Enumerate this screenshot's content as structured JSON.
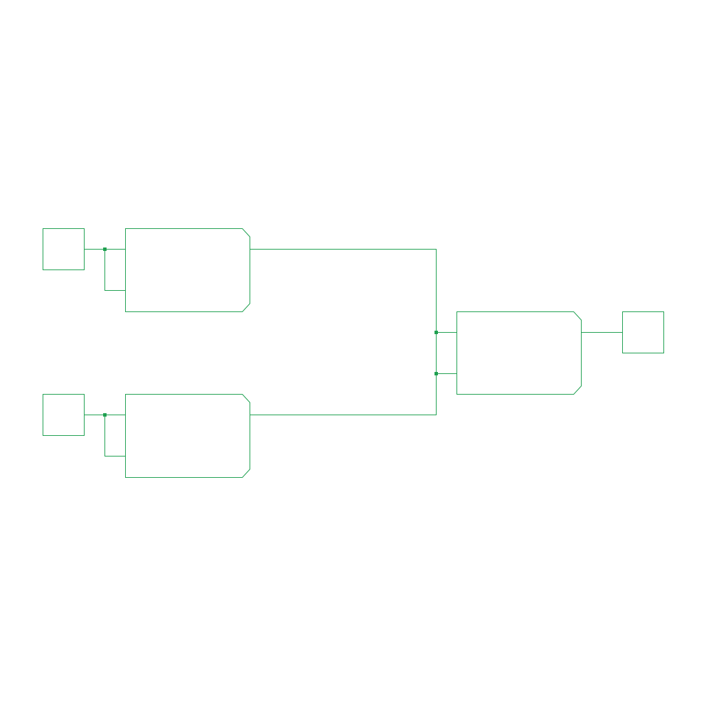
{
  "colors": {
    "stroke": "#1fa050",
    "junction": "#1fa050",
    "background": "#ffffff"
  },
  "diagram": {
    "nodes": [
      {
        "id": "input-1",
        "kind": "terminal"
      },
      {
        "id": "input-2",
        "kind": "terminal"
      },
      {
        "id": "block-1",
        "kind": "block"
      },
      {
        "id": "block-2",
        "kind": "block"
      },
      {
        "id": "block-3",
        "kind": "block"
      },
      {
        "id": "output-1",
        "kind": "terminal"
      }
    ],
    "edges": [
      {
        "from": "input-1",
        "to": "block-1"
      },
      {
        "from": "input-1",
        "to": "block-1"
      },
      {
        "from": "input-2",
        "to": "block-2"
      },
      {
        "from": "input-2",
        "to": "block-2"
      },
      {
        "from": "block-1",
        "to": "block-3"
      },
      {
        "from": "block-2",
        "to": "block-3"
      },
      {
        "from": "block-3",
        "to": "output-1"
      }
    ]
  }
}
